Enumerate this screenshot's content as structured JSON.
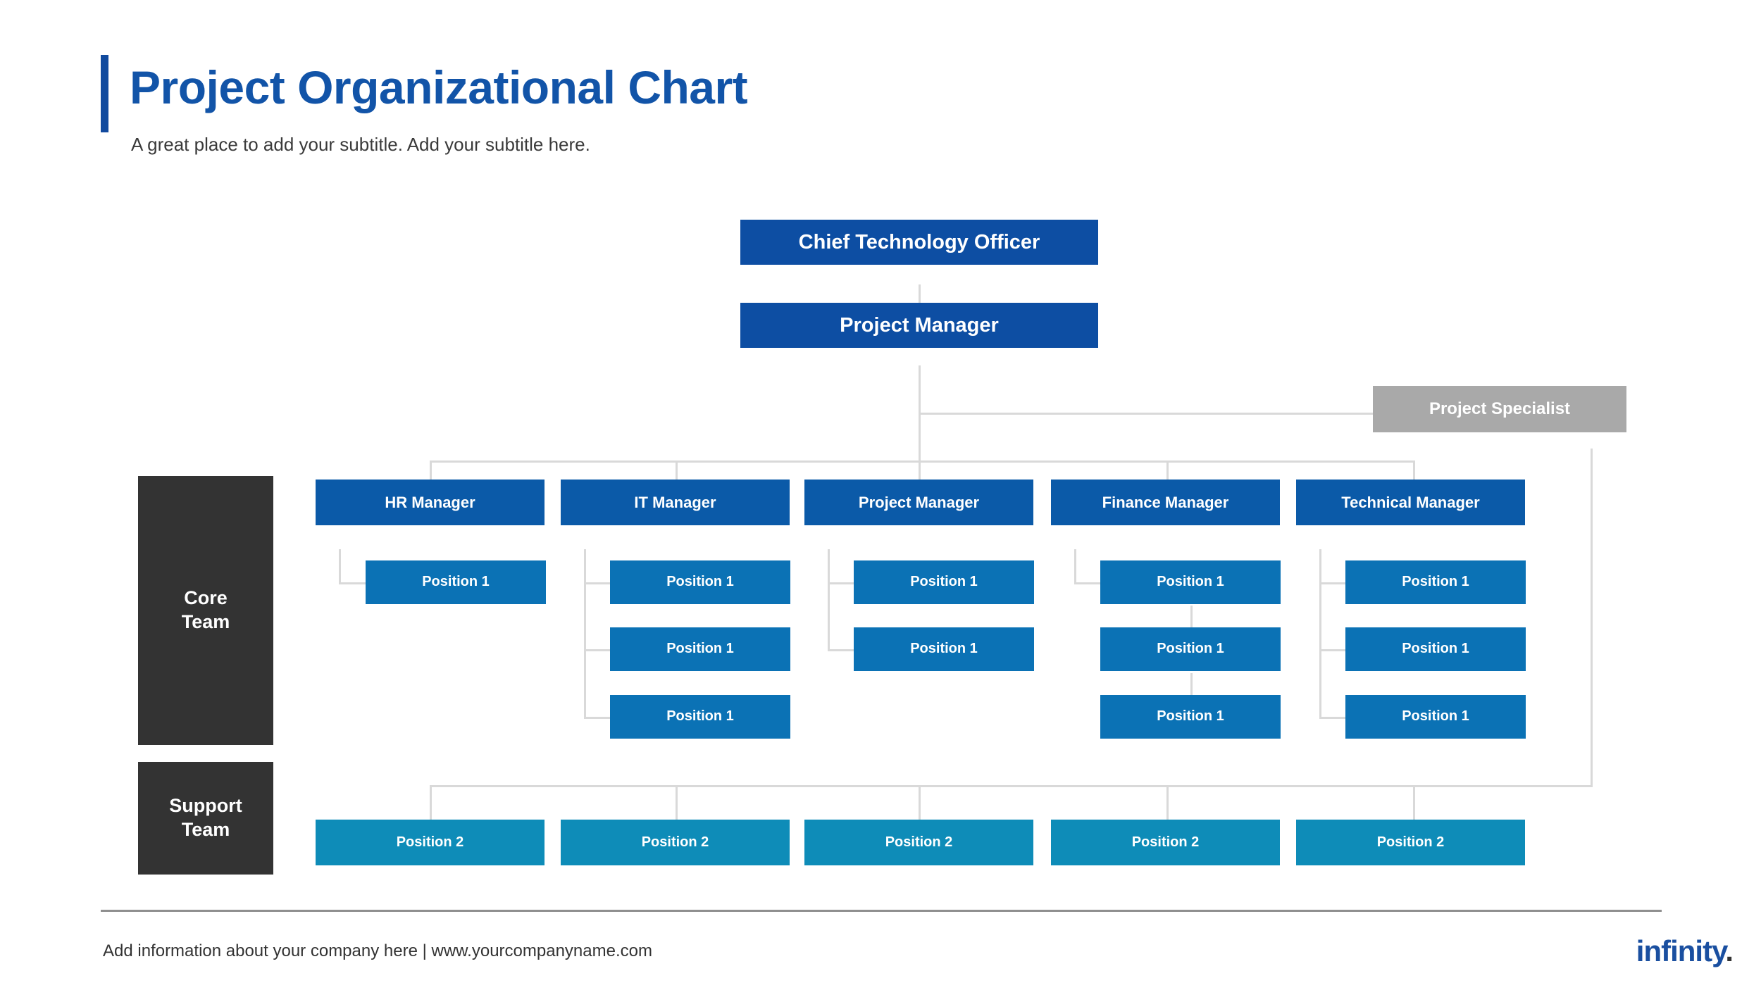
{
  "header": {
    "title": "Project Organizational Chart",
    "subtitle": "A great place to add your subtitle. Add your subtitle here."
  },
  "colors": {
    "title_blue": "#1254a8",
    "exec_blue": "#0d4ea3",
    "manager_blue": "#0b5aa8",
    "position1_blue": "#0b72b5",
    "position2_blue": "#0e8cb8",
    "specialist_gray": "#a9a9a9",
    "band_dark": "#333333",
    "connector_gray": "#d9d9d9"
  },
  "chart_data": {
    "type": "diagram",
    "title": "Project Organizational Chart",
    "nodes": {
      "cto": "Chief Technology Officer",
      "project_manager_top": "Project Manager",
      "project_specialist": "Project Specialist"
    },
    "bands": [
      {
        "label": "Core\nTeam"
      },
      {
        "label": "Support\nTeam"
      }
    ],
    "managers": [
      {
        "label": "HR Manager",
        "positions": [
          "Position 1"
        ]
      },
      {
        "label": "IT Manager",
        "positions": [
          "Position 1",
          "Position 1",
          "Position 1"
        ]
      },
      {
        "label": "Project Manager",
        "positions": [
          "Position 1",
          "Position 1"
        ]
      },
      {
        "label": "Finance Manager",
        "positions": [
          "Position 1",
          "Position 1",
          "Position 1"
        ]
      },
      {
        "label": "Technical Manager",
        "positions": [
          "Position 1",
          "Position 1",
          "Position 1"
        ]
      }
    ],
    "support_row": [
      "Position 2",
      "Position 2",
      "Position 2",
      "Position 2",
      "Position 2"
    ]
  },
  "footer": {
    "text": "Add information about your company here | www.yourcompanyname.com",
    "logo_name": "infinity",
    "logo_dot": "."
  }
}
